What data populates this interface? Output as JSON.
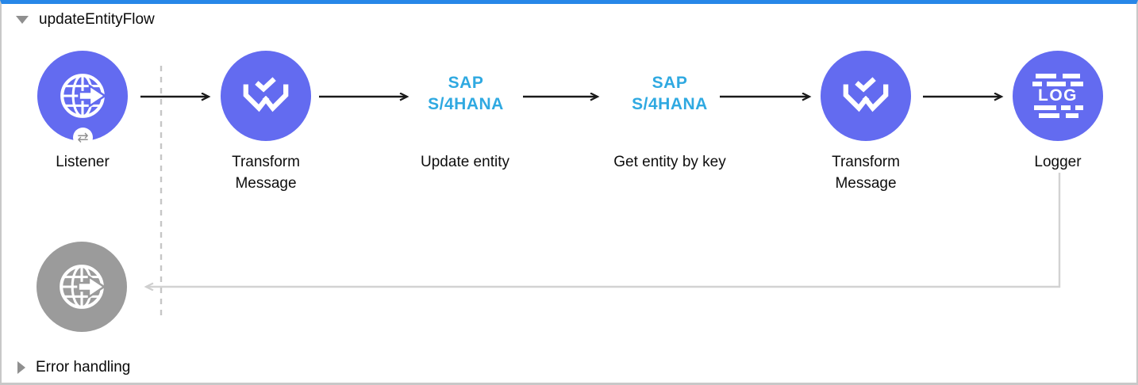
{
  "flow": {
    "title": "updateEntityFlow"
  },
  "error_section": {
    "label": "Error handling"
  },
  "nodes": {
    "listener": {
      "label": "Listener",
      "badge_glyph": "⇄",
      "icon": "globe-arrow-icon"
    },
    "transform1": {
      "line1": "Transform",
      "line2": "Message",
      "icon": "dataweave-icon"
    },
    "sap1": {
      "brand1": "SAP",
      "brand2": "S/4HANA",
      "label": "Update entity"
    },
    "sap2": {
      "brand1": "SAP",
      "brand2": "S/4HANA",
      "label": "Get entity by key"
    },
    "transform2": {
      "line1": "Transform",
      "line2": "Message",
      "icon": "dataweave-icon"
    },
    "logger": {
      "label": "Logger",
      "icon_text": "LOG",
      "icon": "log-lines-icon"
    },
    "response": {
      "icon": "globe-arrow-icon",
      "state": "inactive"
    }
  },
  "connections": [
    {
      "from": "listener",
      "to": "transform1",
      "style": "solid-black-arrow"
    },
    {
      "from": "transform1",
      "to": "sap1",
      "style": "solid-black-arrow"
    },
    {
      "from": "sap1",
      "to": "sap2",
      "style": "solid-black-arrow"
    },
    {
      "from": "sap2",
      "to": "transform2",
      "style": "solid-black-arrow"
    },
    {
      "from": "transform2",
      "to": "logger",
      "style": "solid-black-arrow"
    },
    {
      "from": "logger",
      "to": "response",
      "style": "gray-return-arrow"
    }
  ],
  "separator": {
    "type": "dashed-vertical-line",
    "meaning": "source-process boundary"
  },
  "colors": {
    "node_purple": "#636bf0",
    "node_gray": "#9b9b9b",
    "sap_blue": "#2fa9e1",
    "selected_top_bar": "#2787e8",
    "frame_border": "#c8c8c8",
    "dashed_separator": "#c6c6c6",
    "return_wire": "#d2d2d2",
    "arrow_black": "#1a1a1a"
  }
}
